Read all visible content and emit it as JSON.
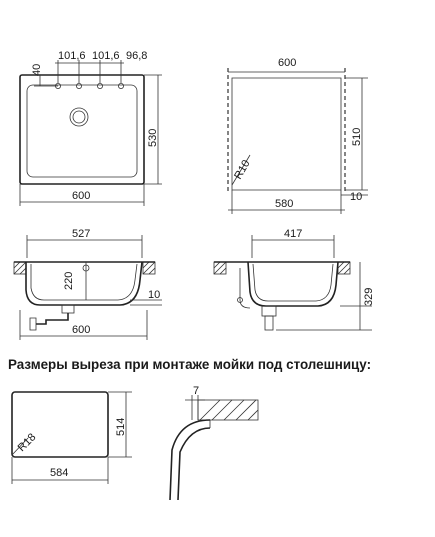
{
  "top_view": {
    "width": "600",
    "height": "530",
    "edge_offset": "40",
    "hole_spacing_1": "101,6",
    "hole_spacing_2": "101,6",
    "hole_spacing_3": "96,8"
  },
  "cabinet_view": {
    "outer_width": "600",
    "inner_width": "580",
    "depth": "510",
    "offset": "10",
    "radius": "R10"
  },
  "front_section": {
    "bowl_width": "527",
    "bowl_depth": "220",
    "rim_offset": "10",
    "overall_width": "600"
  },
  "side_section": {
    "bowl_width": "417",
    "total_depth": "329"
  },
  "cutout": {
    "heading": "Размеры выреза при монтаже мойки под столешницу:",
    "width": "584",
    "height": "514",
    "radius": "R18",
    "edge_detail": "7"
  }
}
